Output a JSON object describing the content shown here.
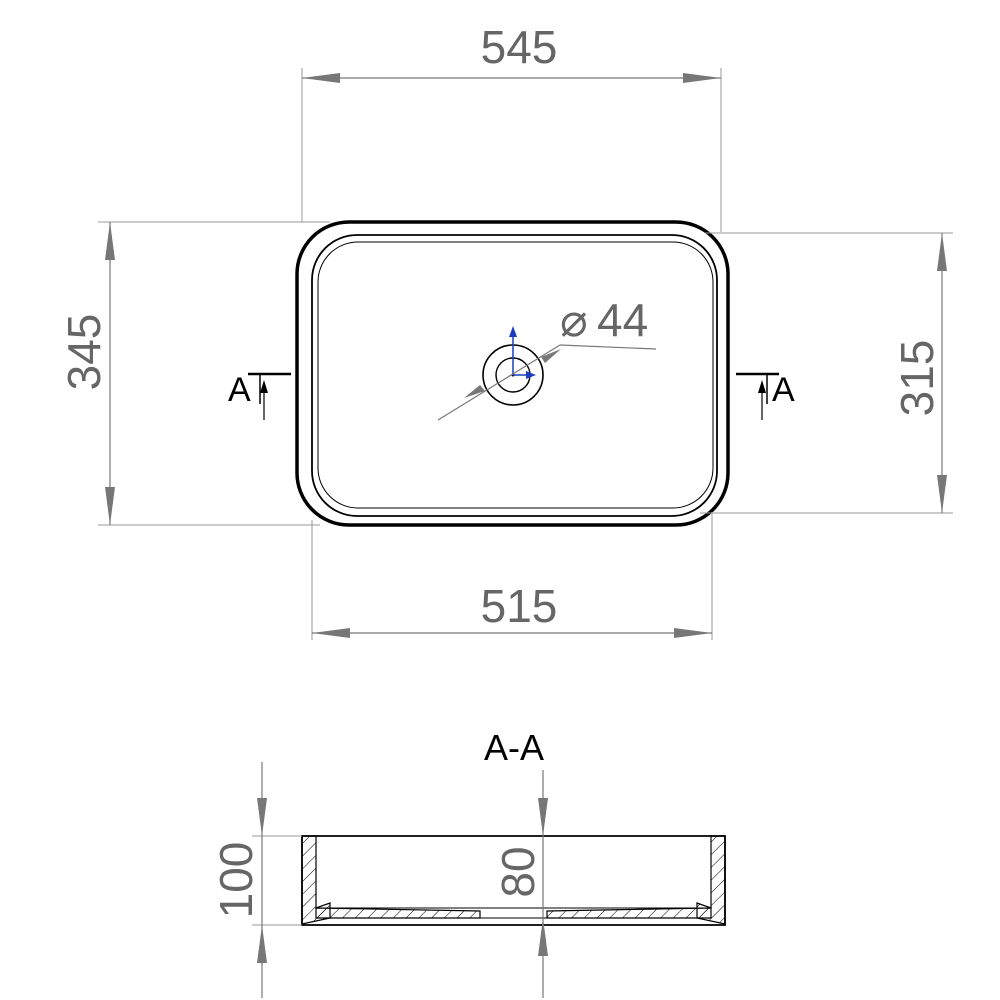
{
  "drawing": {
    "top_view": {
      "overall_width": "545",
      "overall_depth": "345",
      "inner_width": "515",
      "inner_depth": "315",
      "drain_diameter_symbol": "⌀",
      "drain_diameter": "44",
      "section_marker_left": "A",
      "section_marker_right": "A"
    },
    "section_view": {
      "title": "A-A",
      "total_height": "100",
      "inner_depth": "80"
    }
  }
}
